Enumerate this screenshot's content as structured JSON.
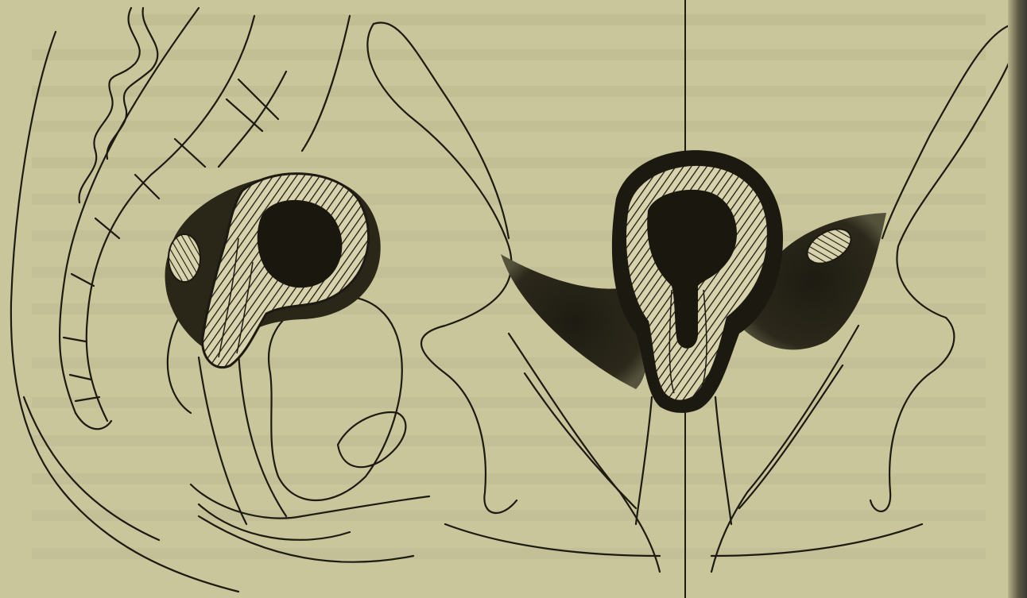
{
  "figure": {
    "left_panel": "sagittal-section",
    "right_panel": "frontal-section"
  },
  "colors": {
    "paper": "#cac69b",
    "ink": "#1d1a12",
    "hatch_light": "#d8d3ad",
    "blood_dark": "#2a2618"
  },
  "icons": [
    "hatched-uterus-wall",
    "dark-blood-mass",
    "ovary-hatched"
  ]
}
